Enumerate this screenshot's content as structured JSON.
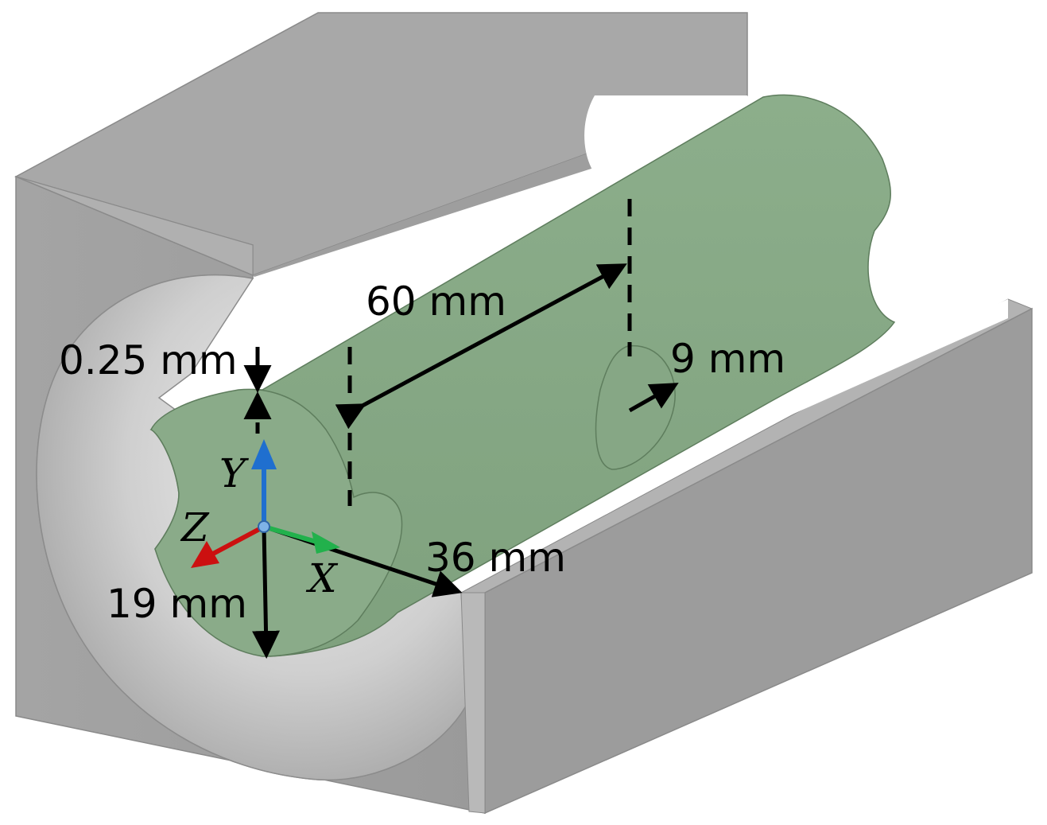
{
  "dimensions": {
    "length": "60 mm",
    "hole_radius": "9 mm",
    "gap": "0.25 mm",
    "tube_radius": "19 mm",
    "outer_radius": "36 mm"
  },
  "axes": {
    "x": "X",
    "y": "Y",
    "z": "Z"
  },
  "colors": {
    "housing": "#a7a7a7",
    "housing_dark": "#8f8f8f",
    "tube": "#87a886",
    "tube_edge": "#5e7d5d",
    "axis_x": "#22b14c",
    "axis_y": "#1f6fcf",
    "axis_z": "#cc1010",
    "annotation": "#000000"
  }
}
